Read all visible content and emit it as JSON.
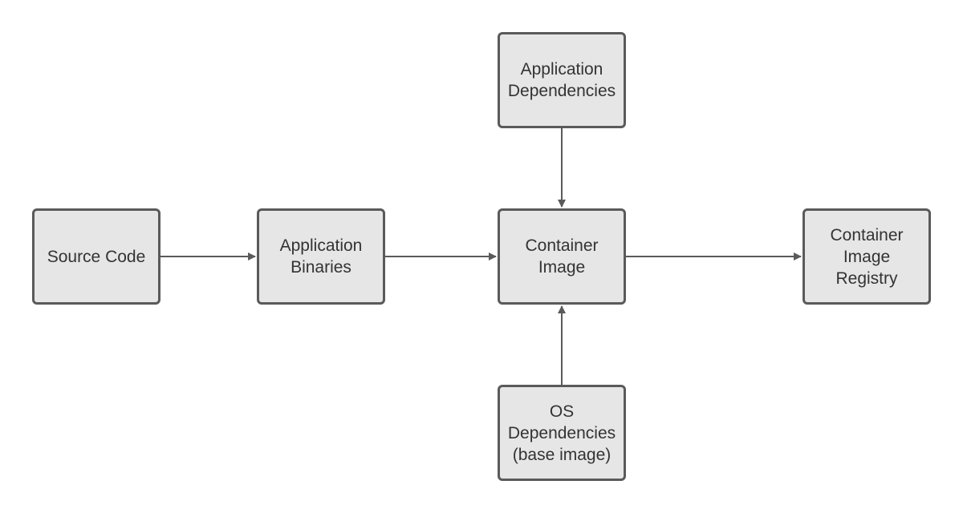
{
  "diagram": {
    "nodes": {
      "source_code": {
        "lines": [
          "Source Code"
        ]
      },
      "app_binaries": {
        "lines": [
          "Application",
          "Binaries"
        ]
      },
      "container_image": {
        "lines": [
          "Container",
          "Image"
        ]
      },
      "registry": {
        "lines": [
          "Container",
          "Image",
          "Registry"
        ]
      },
      "app_dependencies": {
        "lines": [
          "Application",
          "Dependencies"
        ]
      },
      "os_dependencies": {
        "lines": [
          "OS",
          "Dependencies",
          "(base image)"
        ]
      }
    },
    "edges": [
      {
        "from": "Source Code",
        "to": "Application Binaries"
      },
      {
        "from": "Application Binaries",
        "to": "Container Image"
      },
      {
        "from": "Container Image",
        "to": "Container Image Registry"
      },
      {
        "from": "Application Dependencies",
        "to": "Container Image"
      },
      {
        "from": "OS Dependencies (base image)",
        "to": "Container Image"
      }
    ],
    "colors": {
      "node_fill": "#e6e6e6",
      "node_border": "#5a5a5a",
      "text": "#333333",
      "connector": "#5a5a5a"
    }
  }
}
